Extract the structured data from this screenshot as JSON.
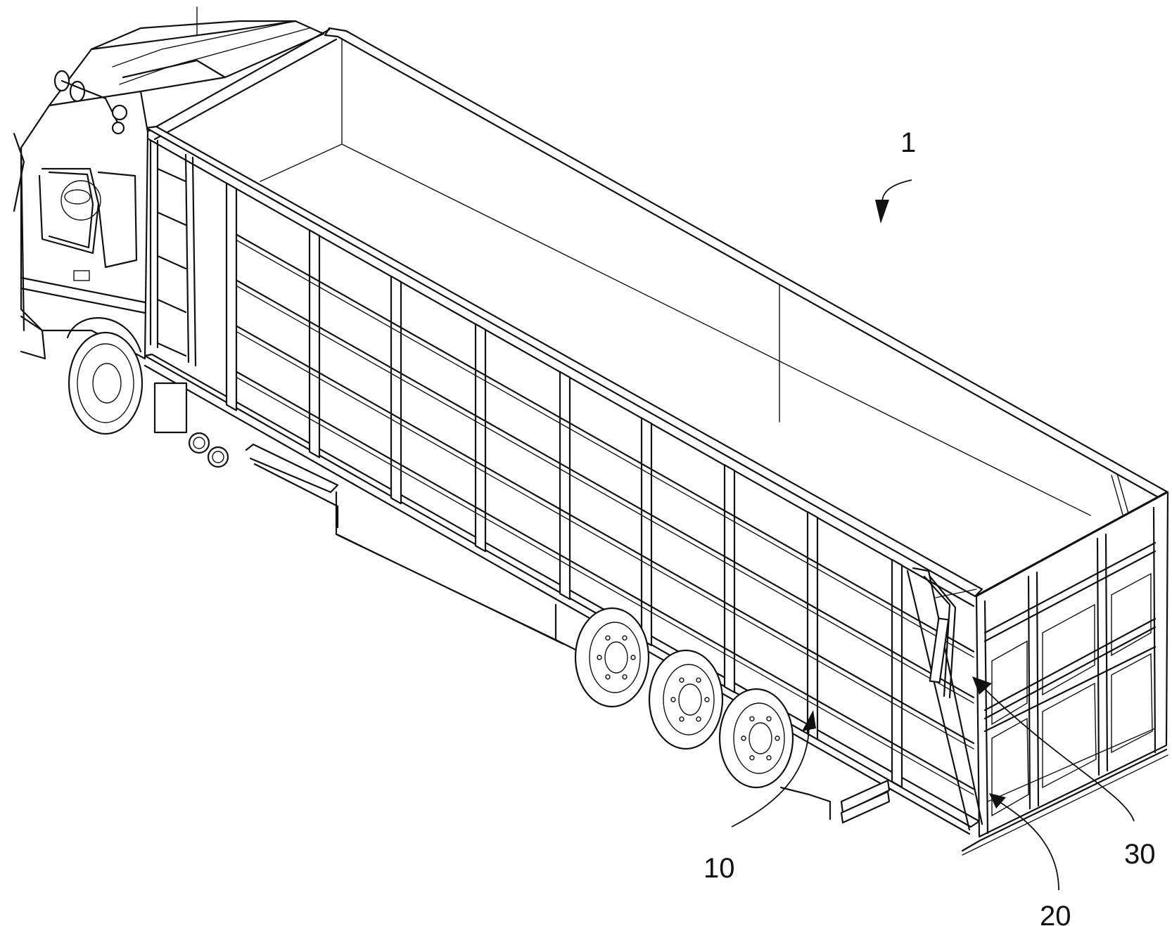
{
  "figure": {
    "labels": [
      {
        "id": "ref-1",
        "text": "1"
      },
      {
        "id": "ref-10",
        "text": "10"
      },
      {
        "id": "ref-20",
        "text": "20"
      },
      {
        "id": "ref-30",
        "text": "30"
      }
    ]
  },
  "colors": {
    "line": "#111111",
    "background": "#ffffff"
  }
}
